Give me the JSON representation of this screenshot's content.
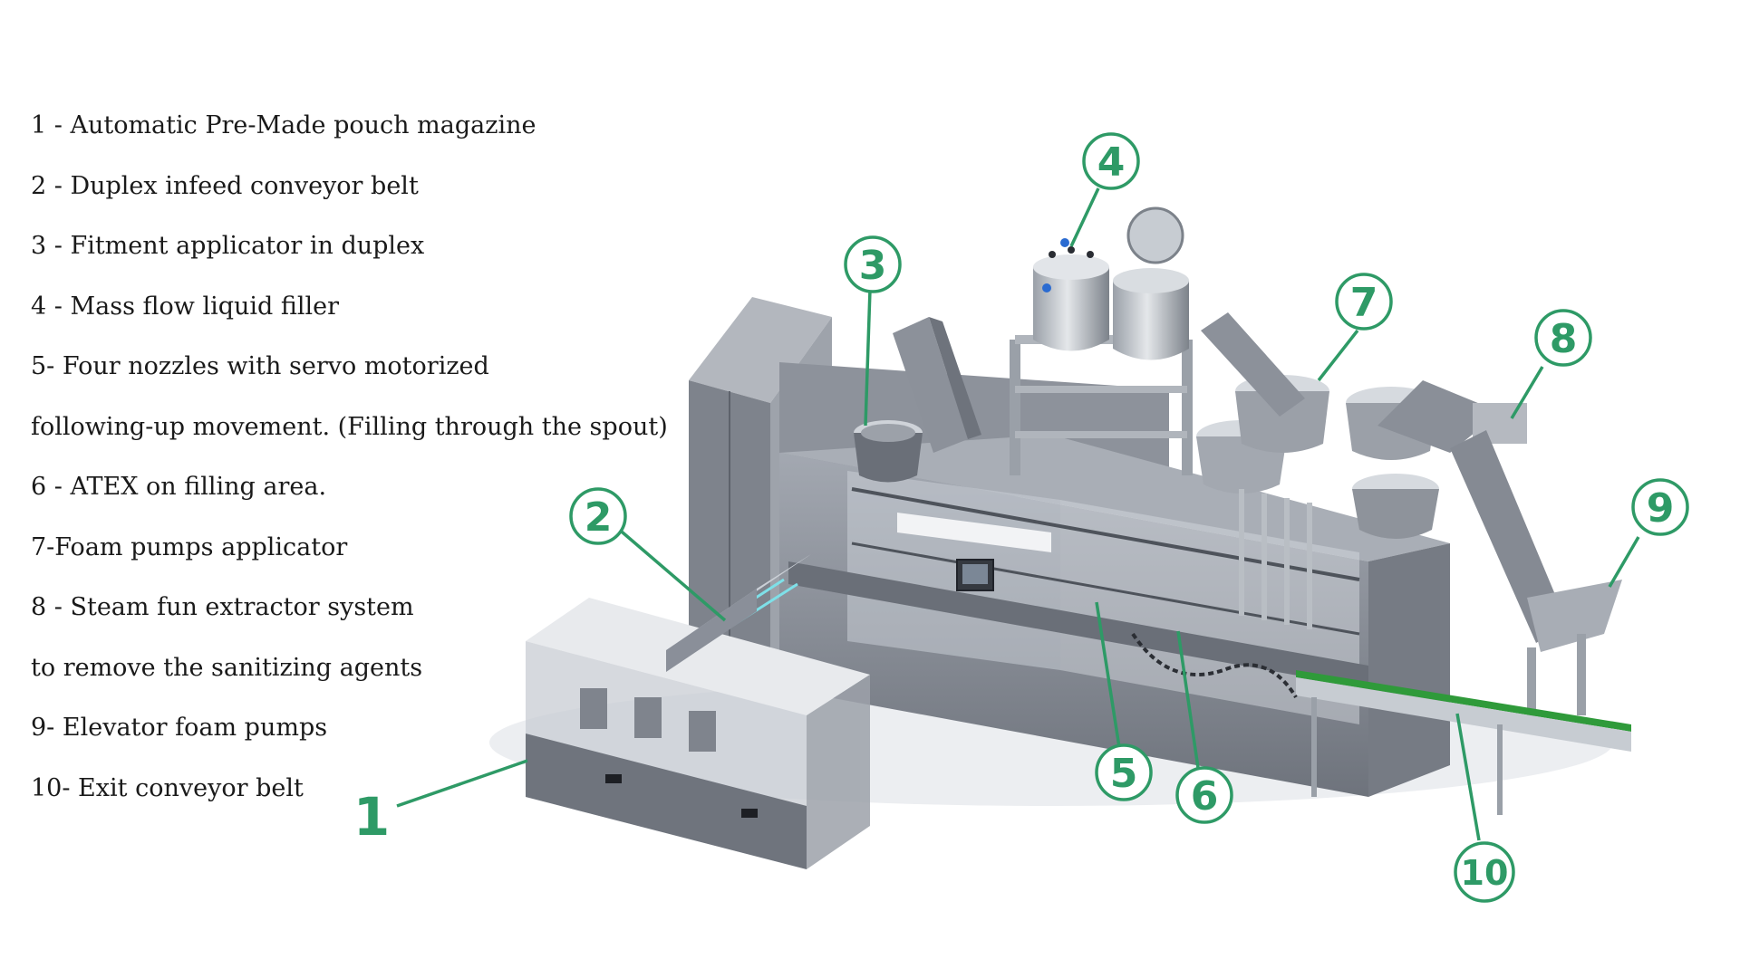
{
  "legend": [
    "1 - Automatic Pre-Made pouch magazine",
    "2 - Duplex infeed conveyor belt",
    "3 - Fitment applicator in duplex",
    "4 - Mass flow liquid filler",
    "5- Four nozzles with servo motorized",
    "following-up movement. (Filling through the spout)",
    "6 - ATEX on filling area.",
    "7-Foam pumps applicator",
    "8 - Steam fun extractor system",
    "to remove the sanitizing agents",
    "9- Elevator foam pumps",
    "10- Exit conveyor belt"
  ],
  "callouts": {
    "c1": "1",
    "c2": "2",
    "c3": "3",
    "c4": "4",
    "c5": "5",
    "c6": "6",
    "c7": "7",
    "c8": "8",
    "c9": "9",
    "c10": "10"
  },
  "colors": {
    "accent": "#2e9a66",
    "machine_body": "#8a8f99",
    "machine_dark": "#5e636d",
    "glass": "#c9ced6",
    "green_rail": "#2f9a3a"
  }
}
